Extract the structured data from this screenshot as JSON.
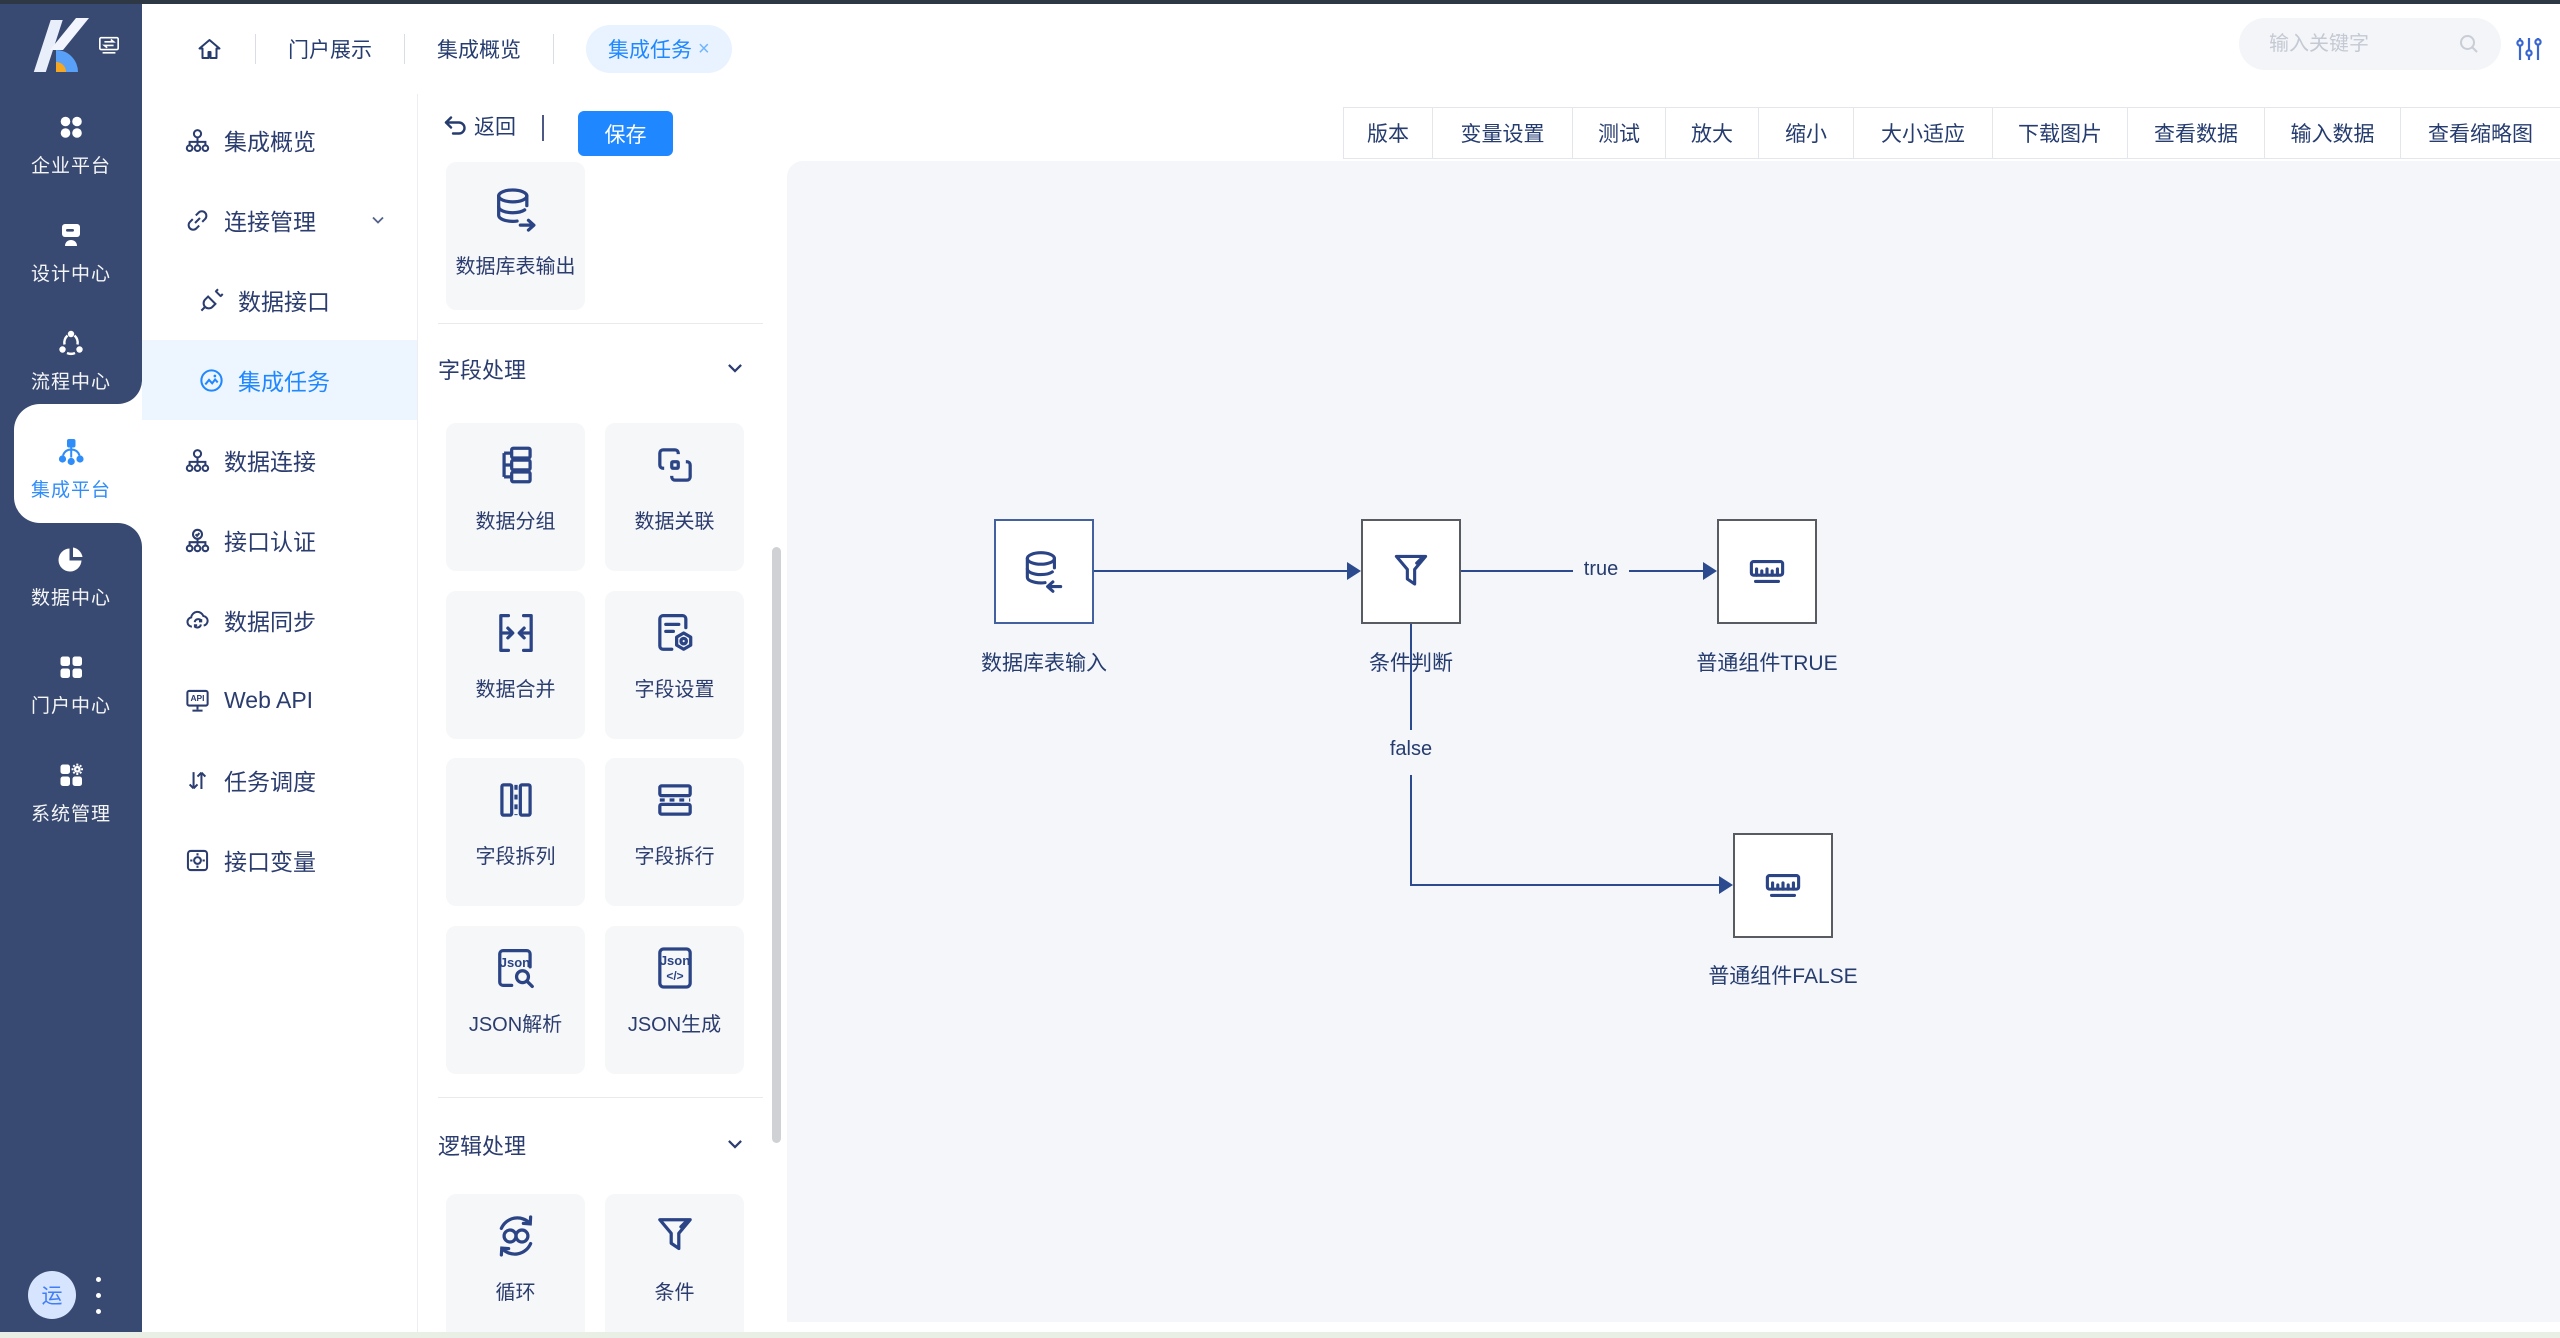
{
  "rail": {
    "avatar_text": "运",
    "items": [
      {
        "label": "企业平台"
      },
      {
        "label": "设计中心"
      },
      {
        "label": "流程中心"
      },
      {
        "label": "集成平台",
        "active": true
      },
      {
        "label": "数据中心"
      },
      {
        "label": "门户中心"
      },
      {
        "label": "系统管理"
      }
    ]
  },
  "header": {
    "nav": [
      {
        "label": "门户展示"
      },
      {
        "label": "集成概览"
      }
    ],
    "active_tab": {
      "label": "集成任务",
      "close": "×"
    },
    "search": {
      "placeholder": "输入关键字"
    }
  },
  "toolbar": {
    "back": "返回",
    "save": "保存",
    "actions": [
      {
        "label": "版本"
      },
      {
        "label": "变量设置"
      },
      {
        "label": "测试"
      },
      {
        "label": "放大"
      },
      {
        "label": "缩小"
      },
      {
        "label": "大小适应"
      },
      {
        "label": "下载图片"
      },
      {
        "label": "查看数据"
      },
      {
        "label": "输入数据"
      },
      {
        "label": "查看缩略图"
      }
    ]
  },
  "menu": {
    "items": [
      {
        "label": "集成概览"
      },
      {
        "label": "连接管理"
      },
      {
        "label": "数据接口"
      },
      {
        "label": "集成任务",
        "active": true
      },
      {
        "label": "数据连接"
      },
      {
        "label": "接口认证"
      },
      {
        "label": "数据同步"
      },
      {
        "label": "Web API"
      },
      {
        "label": "任务调度"
      },
      {
        "label": "接口变量"
      }
    ]
  },
  "palette": {
    "top_item": {
      "label": "数据库表输出"
    },
    "sections": [
      {
        "title": "字段处理",
        "items": [
          {
            "label": "数据分组"
          },
          {
            "label": "数据关联"
          },
          {
            "label": "数据合并"
          },
          {
            "label": "字段设置"
          },
          {
            "label": "字段拆列"
          },
          {
            "label": "字段拆行"
          },
          {
            "label": "JSON解析"
          },
          {
            "label": "JSON生成"
          }
        ]
      },
      {
        "title": "逻辑处理",
        "items": [
          {
            "label": "循环"
          },
          {
            "label": "条件"
          }
        ]
      }
    ]
  },
  "canvas": {
    "nodes": [
      {
        "label": "数据库表输入"
      },
      {
        "label": "条件判断"
      },
      {
        "label": "普通组件TRUE"
      },
      {
        "label": "普通组件FALSE"
      }
    ],
    "edges": {
      "true_label": "true",
      "false_label": "false"
    }
  },
  "colors": {
    "accent": "#1f87ff",
    "rail_bg": "#394a72",
    "navy": "#263c6f",
    "canvas_bg": "#f4f6fa"
  }
}
